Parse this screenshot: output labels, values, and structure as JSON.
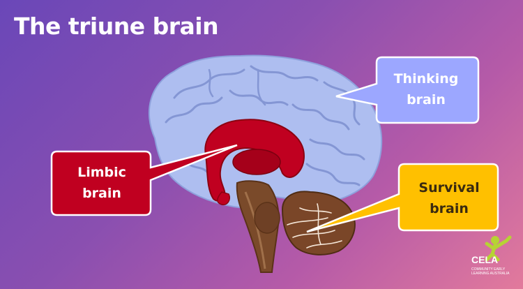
{
  "slide": {
    "title": "The triune brain"
  },
  "callouts": {
    "thinking": {
      "line1": "Thinking",
      "line2": "brain",
      "color": "#9ca7ff"
    },
    "limbic": {
      "line1": "Limbic",
      "line2": "brain",
      "color": "#c00020"
    },
    "survival": {
      "line1": "Survival",
      "line2": "brain",
      "color": "#ffc000"
    }
  },
  "logo": {
    "name": "CELA",
    "tagline": "COMMUNITY EARLY LEARNING AUSTRALIA",
    "icon": "figure-icon"
  },
  "colors": {
    "background_start": "#6a47b8",
    "background_end": "#e27a9c",
    "cortex": "#aebef0",
    "limbic": "#c00020",
    "brainstem": "#7a4a2a",
    "cerebellum": "#7a4628"
  }
}
